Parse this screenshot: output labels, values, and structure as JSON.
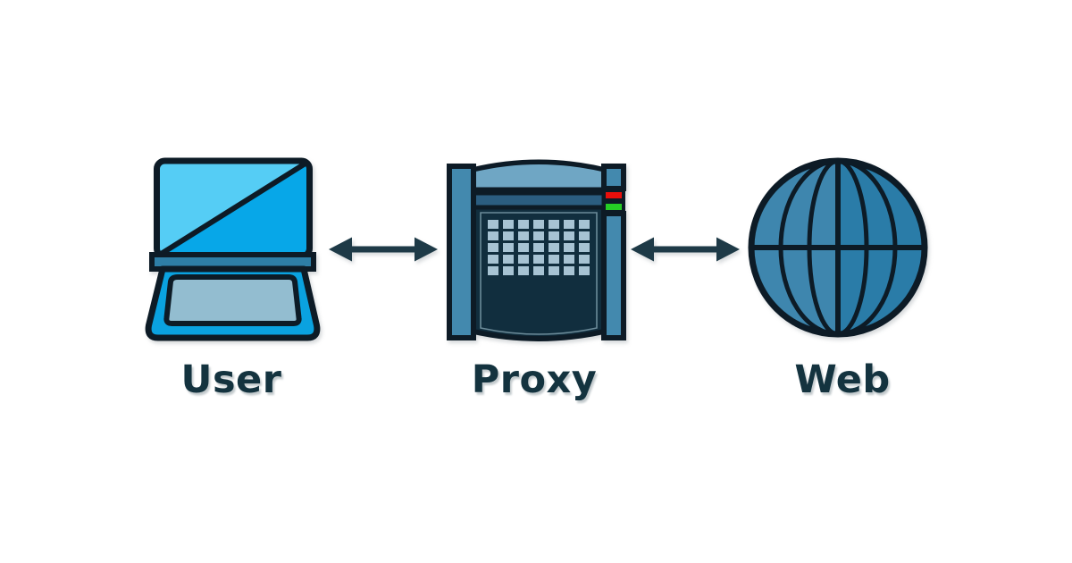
{
  "nodes": [
    {
      "label": "User",
      "icon": "laptop-icon"
    },
    {
      "label": "Proxy",
      "icon": "proxy-server-icon"
    },
    {
      "label": "Web",
      "icon": "globe-icon"
    }
  ],
  "connections": [
    {
      "from": "User",
      "to": "Proxy",
      "type": "bidirectional-arrow"
    },
    {
      "from": "Proxy",
      "to": "Web",
      "type": "bidirectional-arrow"
    }
  ],
  "proxy_grid": {
    "rows": 5,
    "cols": 7
  },
  "colors": {
    "background": "#ffffff",
    "outline": "#0d1b26",
    "label-text": "#14333f",
    "label-shadow": "#c3cacd",
    "arrow": "#1e3a47",
    "laptop-screen-light": "#55cdf5",
    "laptop-screen-dark": "#07a7e8",
    "laptop-hinge": "#2e7ea6",
    "laptop-base": "#0aa2e0",
    "laptop-keyboard": "#93bdd0",
    "proxy-side": "#4389ae",
    "proxy-arch": "#6fa6c4",
    "proxy-band": "#2b5d80",
    "proxy-panel": "#112e3e",
    "proxy-panel-edge": "#6b8a98",
    "proxy-grid": "#a7c3d3",
    "proxy-led-red": "#e90f0b",
    "proxy-led-green": "#25cd25",
    "globe-left": "#3e86ae",
    "globe-right": "#2a7ca8"
  }
}
